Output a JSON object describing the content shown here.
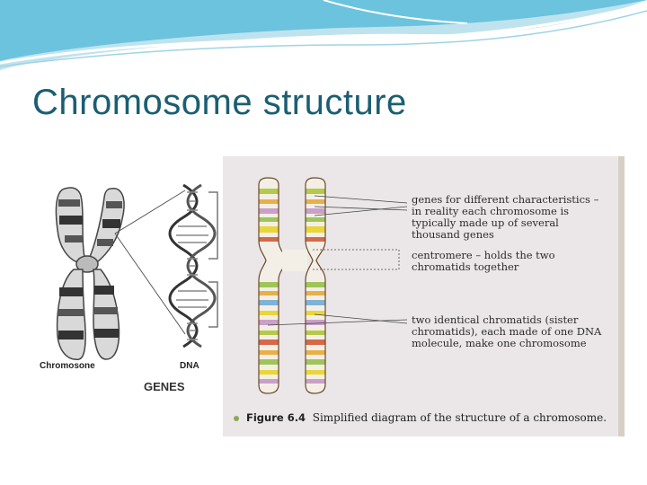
{
  "slide": {
    "title": "Chromosome structure",
    "accent_color": "#1b5e73",
    "banner_color": "#5bb8d6"
  },
  "left_figure": {
    "chromosome_label": "Chromosone",
    "dna_label": "DNA",
    "genes_label": "GENES"
  },
  "right_figure": {
    "annotation_genes": "genes for different characteristics – in reality each chromosome is typically made up of several thousand genes",
    "annotation_centromere": "centromere – holds the two chromatids together",
    "annotation_chromatids": "two identical chromatids (sister chromatids), each made of one DNA molecule, make one chromosome",
    "caption_label": "Figure 6.4",
    "caption_text": "Simplified diagram of the structure of a chromosome."
  }
}
